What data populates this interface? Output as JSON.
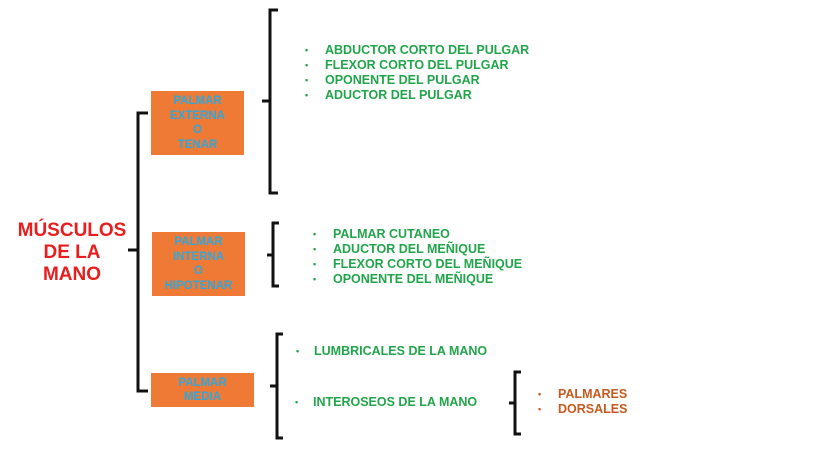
{
  "root": {
    "title_lines": [
      "MÚSCULOS",
      "DE LA",
      "MANO"
    ]
  },
  "groups": [
    {
      "label_lines": [
        "PALMAR",
        "EXTERNA",
        "O",
        "TENAR"
      ],
      "items": [
        "ABDUCTOR CORTO DEL PULGAR",
        "FLEXOR CORTO DEL PULGAR",
        "OPONENTE DEL PULGAR",
        "ADUCTOR DEL PULGAR"
      ]
    },
    {
      "label_lines": [
        "PALMAR",
        "INTERNA",
        "O",
        "HIPOTENAR"
      ],
      "items": [
        "PALMAR CUTANEO",
        "ADUCTOR DEL MEÑIQUE",
        "FLEXOR CORTO DEL MEÑIQUE",
        "OPONENTE DEL MEÑIQUE"
      ]
    },
    {
      "label_lines": [
        "PALMAR",
        "MEDIA"
      ],
      "items": [
        "LUMBRICALES DE LA MANO",
        "INTEROSEOS DE LA MANO"
      ],
      "subitems": [
        "PALMARES",
        "DORSALES"
      ]
    }
  ],
  "colors": {
    "root_text": "#e81e1e",
    "box_fill": "#ee7a35",
    "box_text": "#2fa7dc",
    "leaf_text": "#21a54a",
    "sub_leaf_text": "#c65a1e",
    "bracket": "#111111"
  }
}
